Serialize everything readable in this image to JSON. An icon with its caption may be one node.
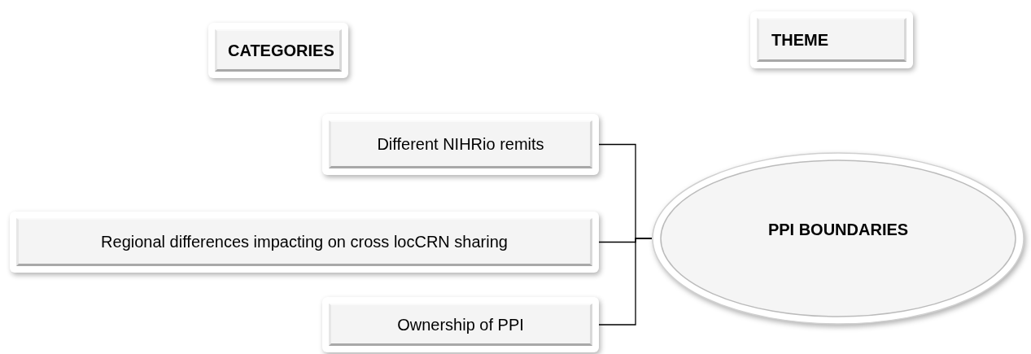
{
  "diagram": {
    "nodes": [
      {
        "text": [
          "CATEGORIES"
        ]
      },
      {
        "text": [
          "THEME"
        ]
      },
      {
        "text": [
          "Different NIHRio remits"
        ]
      },
      {
        "text": [
          "Regional differences impacting on cross locCRN sharing"
        ]
      },
      {
        "text": [
          "Ownership of PPI"
        ]
      },
      {
        "text": [
          "PPI BOUNDARIES"
        ]
      }
    ],
    "edges": [
      {
        "from": 2,
        "to": 5,
        "arrow": "none"
      },
      {
        "from": 3,
        "to": 5,
        "arrow": "none"
      },
      {
        "from": 4,
        "to": 5,
        "arrow": "none"
      }
    ]
  }
}
